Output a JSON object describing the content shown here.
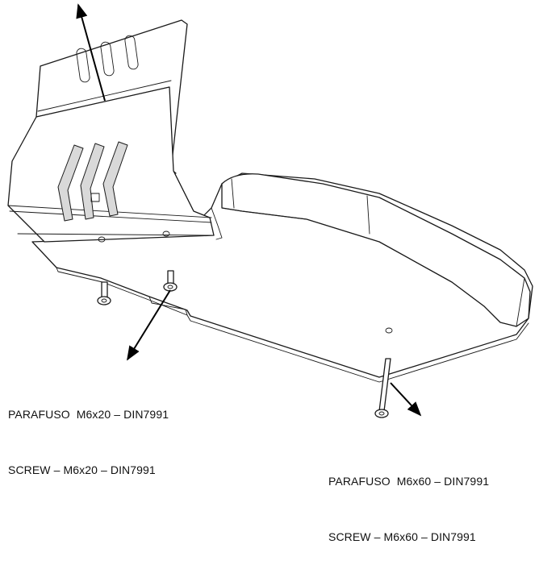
{
  "callouts": [
    {
      "id": "screw-m6x20",
      "lines": [
        "PARAFUSO  M6x20 – DIN7991",
        "SCREW – M6x20 – DIN7991"
      ]
    },
    {
      "id": "screw-m6x60",
      "lines": [
        "PARAFUSO  M6x60 – DIN7991",
        "SCREW – M6x60 – DIN7991"
      ]
    }
  ],
  "colors": {
    "line": "#1a1a1a",
    "background": "#ffffff",
    "shade": "#d9d9d9"
  }
}
